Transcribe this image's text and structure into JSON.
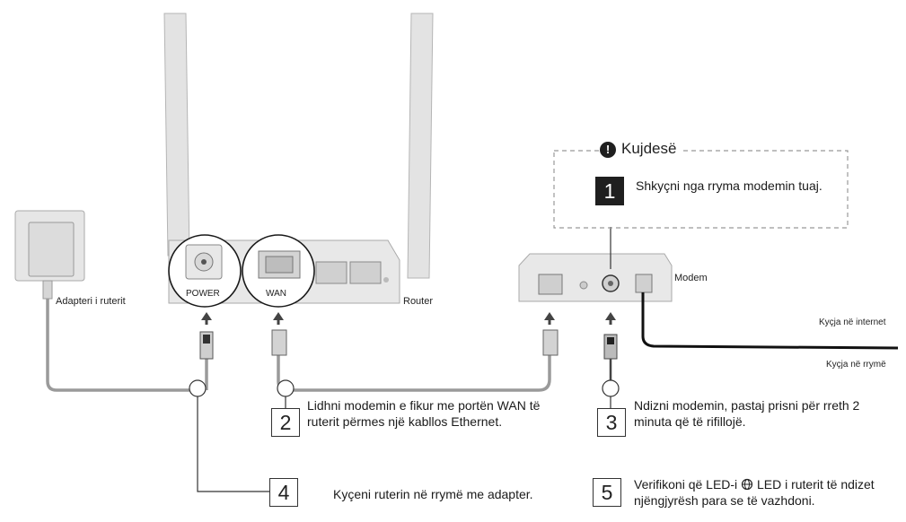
{
  "caution": {
    "title": "Kujdesë",
    "icon": "exclamation-icon",
    "icon_glyph": "!"
  },
  "steps": [
    {
      "number": "1",
      "text": "Shkyçni nga rryma modemin tuaj."
    },
    {
      "number": "2",
      "text": "Lidhni modemin e fikur me portën WAN të ruterit përmes një kabllos Ethernet."
    },
    {
      "number": "3",
      "text": "Ndizni modemin, pastaj prisni për rreth 2 minuta që të rifillojë."
    },
    {
      "number": "4",
      "text": "Kyçeni ruterin në rrymë me adapter."
    },
    {
      "number": "5",
      "text_before": "Verifikoni që LED-i",
      "text_after": "LED i ruterit të ndizet njëngjyrësh para se të vazhdoni.",
      "led_icon": "globe-led-icon"
    }
  ],
  "labels": {
    "adapter": "Adapteri i ruterit",
    "router": "Router",
    "modem": "Modem",
    "power_port": "POWER",
    "wan_port": "WAN",
    "internet": "Kyçja në internet",
    "power_outlet": "Kyçja në rrymë"
  },
  "colors": {
    "cable": "#9a9a9a",
    "device": "#e6e6e6",
    "black_cable": "#111111",
    "dashed_border": "#999999"
  }
}
